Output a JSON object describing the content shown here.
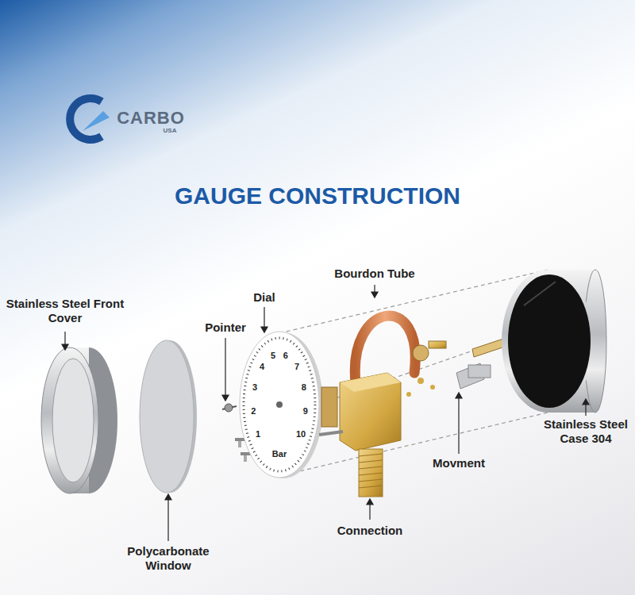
{
  "diagram": {
    "title": "GAUGE CONSTRUCTION",
    "labels": [
      "CARBO",
      "USA",
      "Stainless Steel Front Cover",
      "Dial",
      "Pointer",
      "Bourdon Tube",
      "Stainless Steel Case 304",
      "Movment",
      "Connection",
      "Polycarbonate Window",
      "1",
      "2",
      "3",
      "4",
      "5",
      "6",
      "7",
      "8",
      "9",
      "10",
      "Bar"
    ]
  }
}
